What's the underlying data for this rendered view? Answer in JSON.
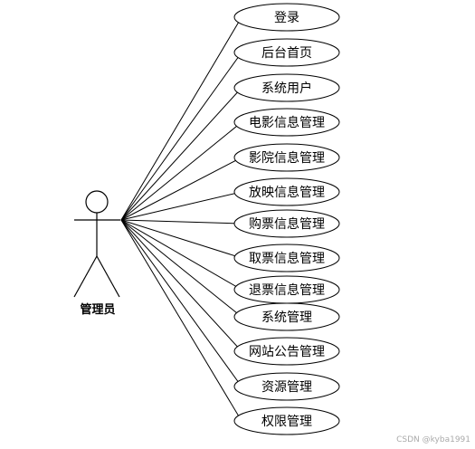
{
  "actor": {
    "name": "管理员"
  },
  "use_cases": [
    "登录",
    "后台首页",
    "系统用户",
    "电影信息管理",
    "影院信息管理",
    "放映信息管理",
    "购票信息管理",
    "取票信息管理",
    "退票信息管理",
    "系统管理",
    "网站公告管理",
    "资源管理",
    "权限管理"
  ],
  "watermark": "CSDN @kyba1991"
}
